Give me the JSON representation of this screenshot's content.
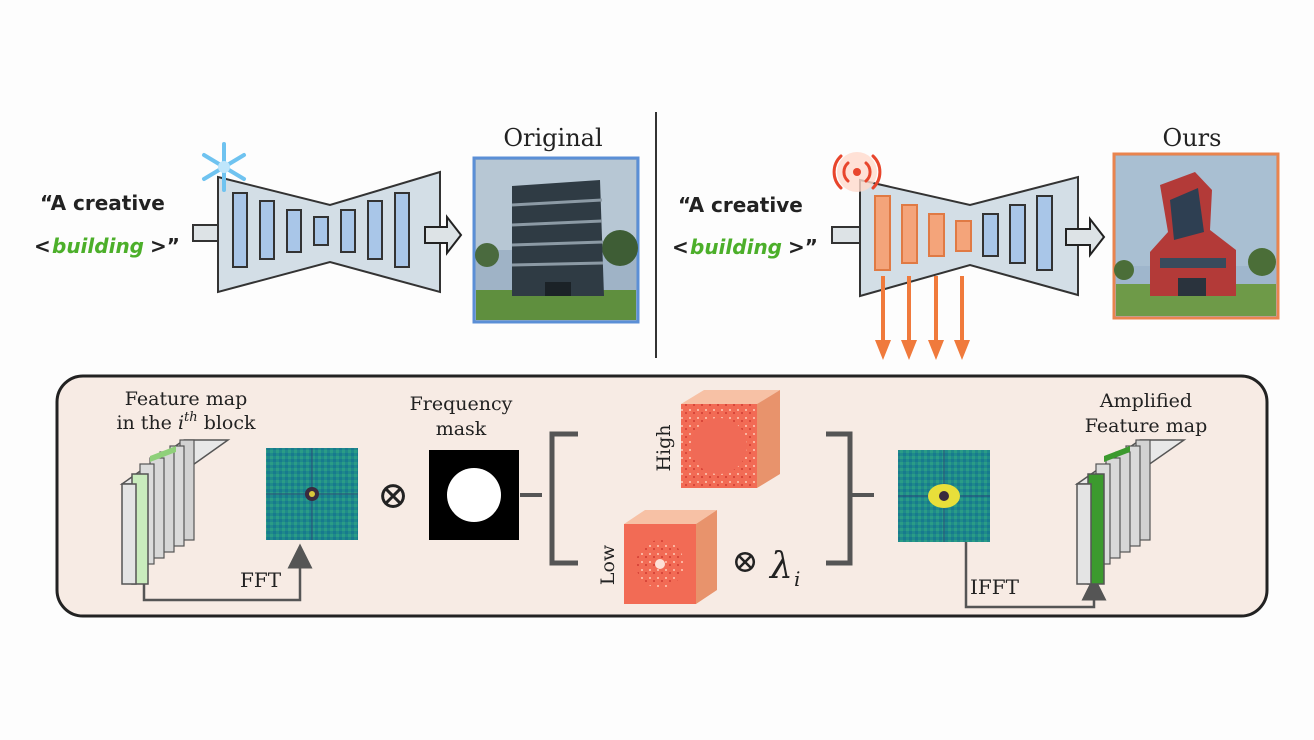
{
  "top_left": {
    "prompt_line1": "“A creative",
    "prompt_open": "<",
    "prompt_word": "building",
    "prompt_close": ">”",
    "output_label": "Original",
    "status_icon": "snowflake-icon"
  },
  "top_right": {
    "prompt_line1": "“A creative",
    "prompt_open": "<",
    "prompt_word": "building",
    "prompt_close": ">”",
    "output_label": "Ours",
    "status_icon": "signal-waves-icon"
  },
  "bottom": {
    "feature_map_line1": "Feature map",
    "feature_map_line2_prefix": "in the ",
    "feature_map_line2_i": "i",
    "feature_map_line2_sup": "th",
    "feature_map_line2_suffix": " block",
    "fft_label": "FFT",
    "mask_line1": "Frequency",
    "mask_line2": "mask",
    "otimes": "⊗",
    "high_label": "High",
    "low_label": "Low",
    "lambda_base": "λ",
    "lambda_sub": "i",
    "ifft_label": "IFFT",
    "amplified_line1": "Amplified",
    "amplified_line2": "Feature map"
  },
  "colors": {
    "prompt_green": "#4caf2a",
    "block_blue": "#a9c6e8",
    "block_orange": "#f4a47a",
    "unet_fill": "#d3dee6",
    "original_frame": "#5b8fd6",
    "ours_frame": "#e9844e",
    "arrow_orange": "#f07a3c",
    "panel_fill": "#f7ebe4",
    "feature_green": "#8fd07a"
  }
}
